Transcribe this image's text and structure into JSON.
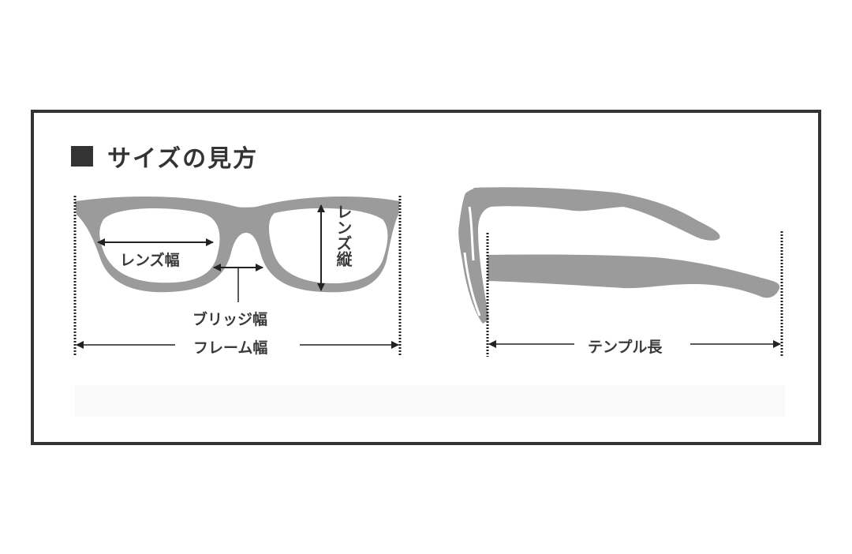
{
  "title": "サイズの見方",
  "colors": {
    "frame_border": "#333333",
    "glasses_fill": "#9b9b9b",
    "text": "#3a3a3a",
    "background": "#ffffff"
  },
  "front_view": {
    "labels": {
      "lens_width": "レンズ幅",
      "lens_height": "レンズ縦",
      "bridge_width": "ブリッジ幅",
      "frame_width": "フレーム幅"
    }
  },
  "side_view": {
    "labels": {
      "temple_length": "テンプル長"
    }
  }
}
